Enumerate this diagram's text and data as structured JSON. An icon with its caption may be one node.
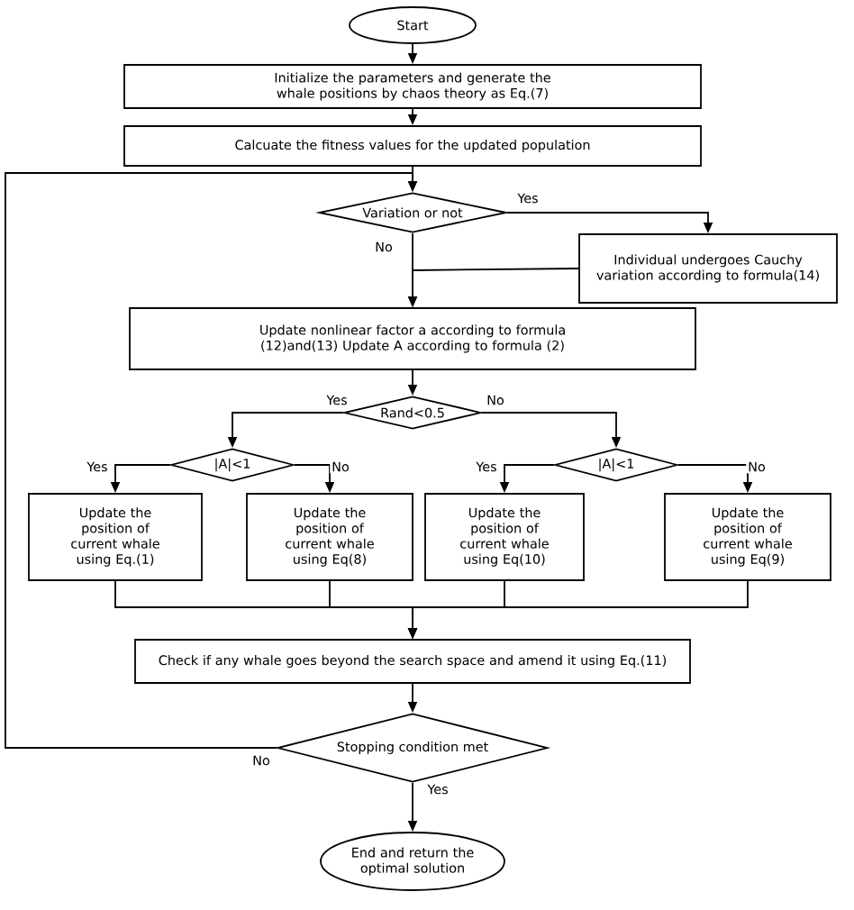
{
  "diagram": {
    "nodes": [
      {
        "text": [
          "Start"
        ]
      },
      {
        "text": [
          "Initialize the parameters and generate the whale positions by chaos theory as Eq.(7)"
        ]
      },
      {
        "text": [
          "Calcuate the fitness values for the updated population"
        ]
      },
      {
        "text": [
          "Variation or not"
        ]
      },
      {
        "text": [
          "Individual undergoes Cauchy variation according to formula(14)"
        ]
      },
      {
        "text": [
          "Update nonlinear factor a according to formula (12)and(13) Update A according to formula (2)"
        ]
      },
      {
        "text": [
          "Rand<0.5"
        ]
      },
      {
        "text": [
          "|A|<1"
        ]
      },
      {
        "text": [
          "|A|<1"
        ]
      },
      {
        "text": [
          "Update the position of current whale using Eq.(1)"
        ]
      },
      {
        "text": [
          "Update the position of current whale using Eq(8)"
        ]
      },
      {
        "text": [
          "Update the position of current whale using Eq(10)"
        ]
      },
      {
        "text": [
          "Update the position of current whale using Eq(9)"
        ]
      },
      {
        "text": [
          "Check if any whale goes beyond the search space and amend it using Eq.(11)"
        ]
      },
      {
        "text": [
          "Stopping condition met"
        ]
      },
      {
        "text": [
          "End and return the optimal solution"
        ]
      }
    ],
    "edges": [
      {
        "from": 0,
        "to": 1,
        "arrow": "to"
      },
      {
        "from": 1,
        "to": 2,
        "arrow": "to"
      },
      {
        "from": 2,
        "to": 3,
        "arrow": "to"
      },
      {
        "from": 3,
        "to": 4,
        "arrow": "to",
        "label": "Yes"
      },
      {
        "from": 3,
        "to": 5,
        "arrow": "to",
        "label": "No"
      },
      {
        "from": 4,
        "to": 5,
        "arrow": "to"
      },
      {
        "from": 5,
        "to": 6,
        "arrow": "to"
      },
      {
        "from": 6,
        "to": 7,
        "arrow": "to",
        "label": "Yes"
      },
      {
        "from": 6,
        "to": 8,
        "arrow": "to",
        "label": "No"
      },
      {
        "from": 7,
        "to": 9,
        "arrow": "to",
        "label": "Yes"
      },
      {
        "from": 7,
        "to": 10,
        "arrow": "to",
        "label": "No"
      },
      {
        "from": 8,
        "to": 11,
        "arrow": "to",
        "label": "Yes"
      },
      {
        "from": 8,
        "to": 12,
        "arrow": "to",
        "label": "No"
      },
      {
        "from": 9,
        "to": 13,
        "arrow": "to"
      },
      {
        "from": 10,
        "to": 13,
        "arrow": "to"
      },
      {
        "from": 11,
        "to": 13,
        "arrow": "to"
      },
      {
        "from": 12,
        "to": 13,
        "arrow": "to"
      },
      {
        "from": 13,
        "to": 14,
        "arrow": "to"
      },
      {
        "from": 14,
        "to": 3,
        "arrow": "to",
        "label": "No"
      },
      {
        "from": 14,
        "to": 15,
        "arrow": "to",
        "label": "Yes"
      }
    ]
  }
}
